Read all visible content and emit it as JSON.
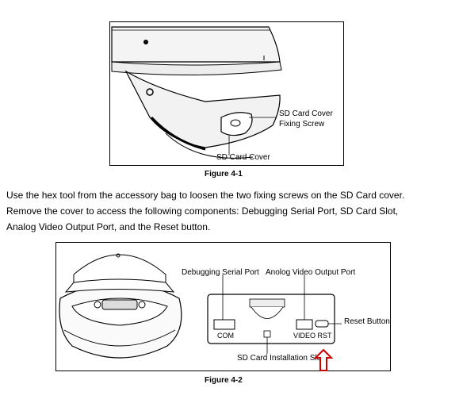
{
  "figure1": {
    "label_screw_line1": "SD Card Cover",
    "label_screw_line2": "Fixing Screw",
    "label_cover": "SD Card Cover",
    "caption": "Figure 4-1"
  },
  "paragraph": {
    "line1": "Use the hex tool from the accessory bag to loosen the two fixing screws on the SD Card cover.",
    "line2": "Remove the cover to access the following components: Debugging Serial Port, SD Card Slot,",
    "line3": "Analog Video Output Port, and the Reset button."
  },
  "figure2": {
    "label_serial": "Debugging Serial Port",
    "label_video": "Anolog Video Output Port",
    "label_reset": "Reset Button",
    "label_slot": "SD Card Installation Slot",
    "port_com": "COM",
    "port_video_rst": "VIDEO  RST",
    "arrow_color": "#cc0000",
    "caption": "Figure 4-2"
  }
}
